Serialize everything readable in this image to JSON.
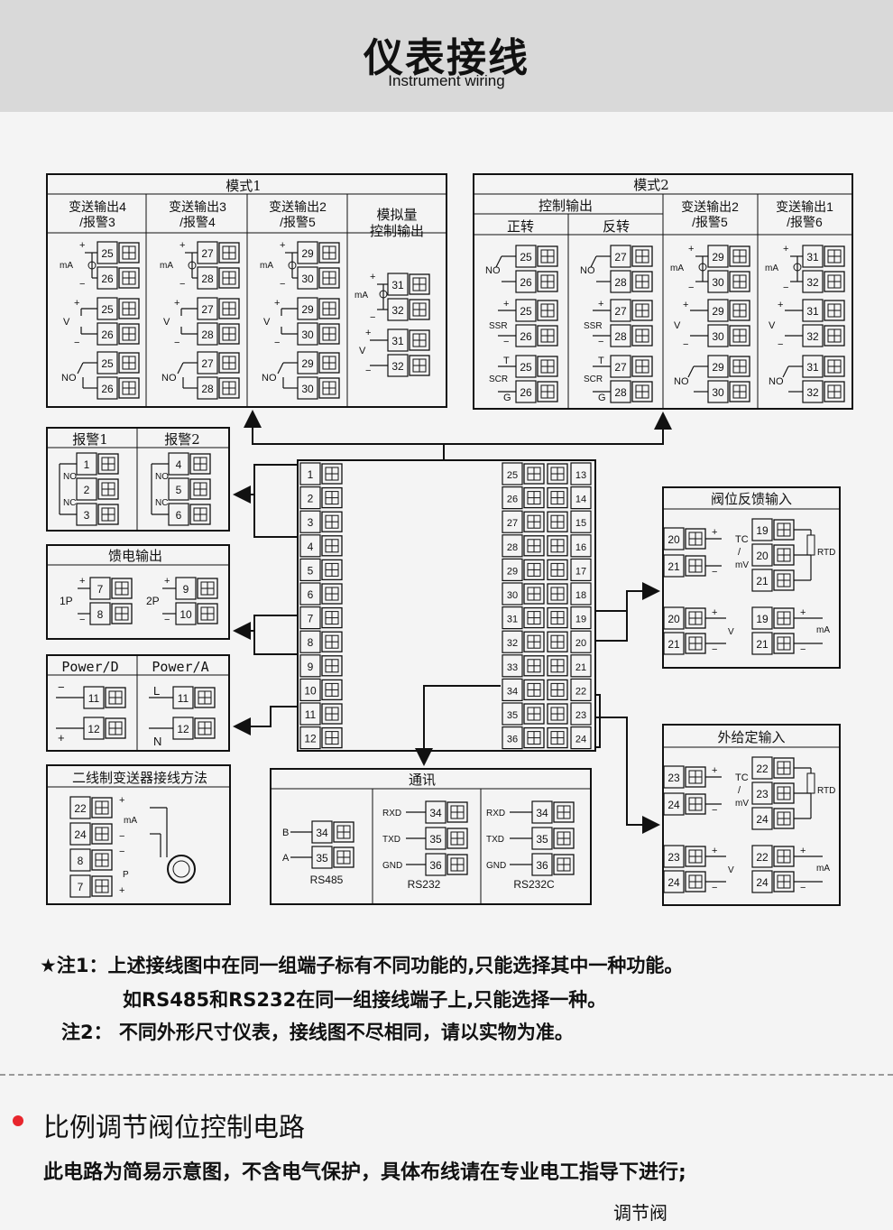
{
  "header": {
    "title": "仪表接线",
    "subtitle": "Instrument wiring"
  },
  "mode1": {
    "title": "模式1",
    "cols": [
      {
        "label1": "变送输出4",
        "label2": "/报警3",
        "t1": "25",
        "t2": "26"
      },
      {
        "label1": "变送输出3",
        "label2": "/报警4",
        "t1": "27",
        "t2": "28"
      },
      {
        "label1": "变送输出2",
        "label2": "/报警5",
        "t1": "29",
        "t2": "30"
      }
    ],
    "analog": {
      "label1": "模拟量",
      "label2": "控制输出",
      "t1": "31",
      "t2": "32"
    }
  },
  "mode2": {
    "title": "模式2",
    "control_output": "控制输出",
    "forward": "正转",
    "reverse": "反转",
    "fwd_t": [
      "25",
      "26"
    ],
    "rev_t": [
      "27",
      "28"
    ],
    "cols": [
      {
        "label1": "变送输出2",
        "label2": "/报警5",
        "t1": "29",
        "t2": "30"
      },
      {
        "label1": "变送输出1",
        "label2": "/报警6",
        "t1": "31",
        "t2": "32"
      }
    ]
  },
  "symbols": {
    "ma": "mA",
    "v": "V",
    "no": "NO",
    "nc": "NC",
    "ssr": "SSR",
    "scr": "SCR",
    "g": "G",
    "t": "T",
    "plus": "+",
    "minus": "−",
    "tc": "TC",
    "mv": "mV",
    "slash": "/",
    "rtd": "RTD",
    "p": "P",
    "l": "L",
    "n": "N"
  },
  "alarm": {
    "a1": "报警1",
    "a2": "报警2",
    "a1_t": [
      "1",
      "2",
      "3"
    ],
    "a2_t": [
      "4",
      "5",
      "6"
    ]
  },
  "feed": {
    "title": "馈电输出",
    "p1": "1P",
    "p2": "2P",
    "p1_t": [
      "7",
      "8"
    ],
    "p2_t": [
      "9",
      "10"
    ]
  },
  "power": {
    "d": "Power/D",
    "a": "Power/A",
    "t1": "11",
    "t2": "12"
  },
  "twowire": {
    "title": "二线制变送器接线方法",
    "terms": [
      "22",
      "24",
      "8",
      "7"
    ]
  },
  "center": {
    "left_terms": [
      "1",
      "2",
      "3",
      "4",
      "5",
      "6",
      "7",
      "8",
      "9",
      "10",
      "11",
      "12"
    ],
    "right_inner": [
      "25",
      "26",
      "27",
      "28",
      "29",
      "30",
      "31",
      "32",
      "33",
      "34",
      "35",
      "36"
    ],
    "right_outer": [
      "13",
      "14",
      "15",
      "16",
      "17",
      "18",
      "19",
      "20",
      "21",
      "22",
      "23",
      "24"
    ]
  },
  "comm": {
    "title": "通讯",
    "rs485": "RS485",
    "rs232": "RS232",
    "rs232c": "RS232C",
    "b": "B",
    "a": "A",
    "rxd": "RXD",
    "txd": "TXD",
    "gnd": "GND",
    "t34": "34",
    "t35": "35",
    "t36": "36"
  },
  "valve_fb": {
    "title": "阀位反馈输入",
    "t19": "19",
    "t20": "20",
    "t21": "21"
  },
  "ext": {
    "title": "外给定输入",
    "t22": "22",
    "t23": "23",
    "t24": "24"
  },
  "notes": {
    "note1": "★注1：上述接线图中在同一组端子标有不同功能的,只能选择其中一种功能。",
    "note1b": "如RS485和RS232在同一组接线端子上,只能选择一种。",
    "note2": "注2： 不同外形尺寸仪表，接线图不尽相同，请以实物为准。"
  },
  "section": {
    "title": "比例调节阀位控制电路",
    "desc": "此电路为简易示意图，不含电气保护，具体布线请在专业电工指导下进行;",
    "valve_label": "调节阀"
  },
  "colors": {
    "header_bg": "#d9d9d9",
    "page_bg": "#f4f4f4",
    "bullet": "#e8262d",
    "line": "#111111"
  }
}
